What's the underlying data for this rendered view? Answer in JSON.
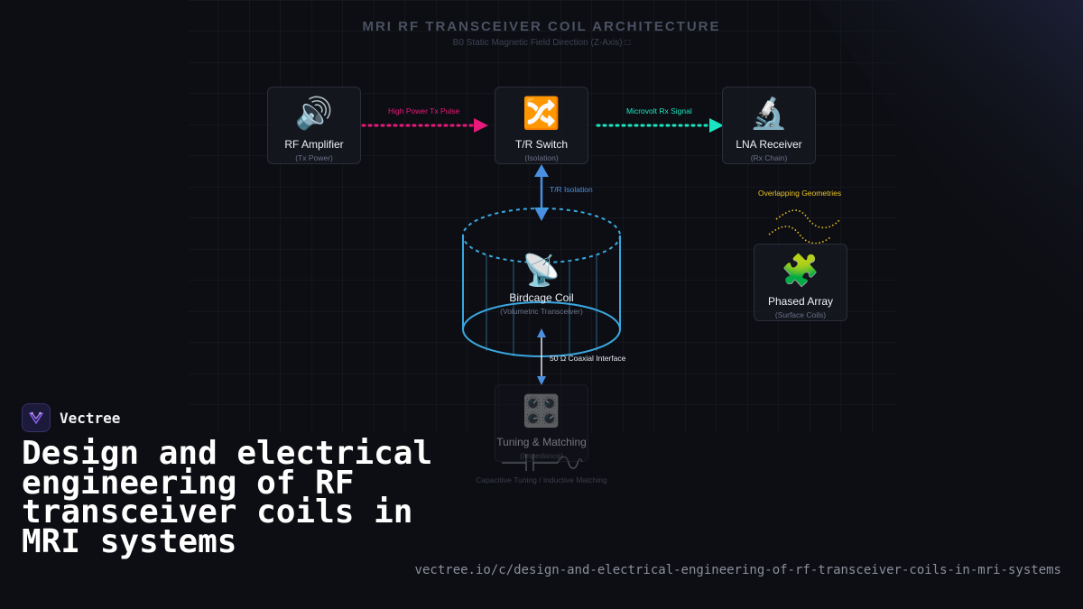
{
  "diagram": {
    "title": "MRI RF TRANSCEIVER COIL ARCHITECTURE",
    "subtitle": "B0 Static Magnetic Field Direction (Z-Axis) □",
    "nodes": {
      "rf_amplifier": {
        "icon": "speaker-icon",
        "glyph": "🔊",
        "name": "RF Amplifier",
        "sub": "(Tx Power)"
      },
      "tr_switch": {
        "icon": "shuffle-icon",
        "glyph": "🔀",
        "name": "T/R Switch",
        "sub": "(Isolation)"
      },
      "lna_receiver": {
        "icon": "microscope-icon",
        "glyph": "🔬",
        "name": "LNA Receiver",
        "sub": "(Rx Chain)"
      },
      "birdcage_coil": {
        "icon": "satellite-dish-icon",
        "glyph": "📡",
        "name": "Birdcage Coil",
        "sub": "(Volumetric Transceiver)"
      },
      "phased_array": {
        "icon": "puzzle-piece-icon",
        "glyph": "🧩",
        "name": "Phased Array",
        "sub": "(Surface Coils)"
      },
      "tuning_matching": {
        "icon": "control-knobs-icon",
        "glyph": "🎛️",
        "name": "Tuning & Matching",
        "sub": "(Impedance)"
      }
    },
    "connections": {
      "tx_pulse": "High Power Tx Pulse",
      "rx_signal": "Microvolt Rx Signal",
      "tr_isolation": "T/R Isolation",
      "coax": "50 Ω Coaxial Interface",
      "overlap": "Overlapping Geometries",
      "tuning_note": "Capacitive Tuning / Inductive Matching"
    },
    "colors": {
      "tx": "#e8197a",
      "rx": "#19e6c0",
      "isolation": "#4a90e2",
      "coil": "#3aa8e0",
      "overlap": "#e8c228"
    }
  },
  "brand": {
    "name": "Vectree",
    "logo_icon": "vectree-logo-icon"
  },
  "page_title": "Design and electrical engineering of RF transceiver coils in MRI systems",
  "url": "vectree.io/c/design-and-electrical-engineering-of-rf-transceiver-coils-in-mri-systems"
}
